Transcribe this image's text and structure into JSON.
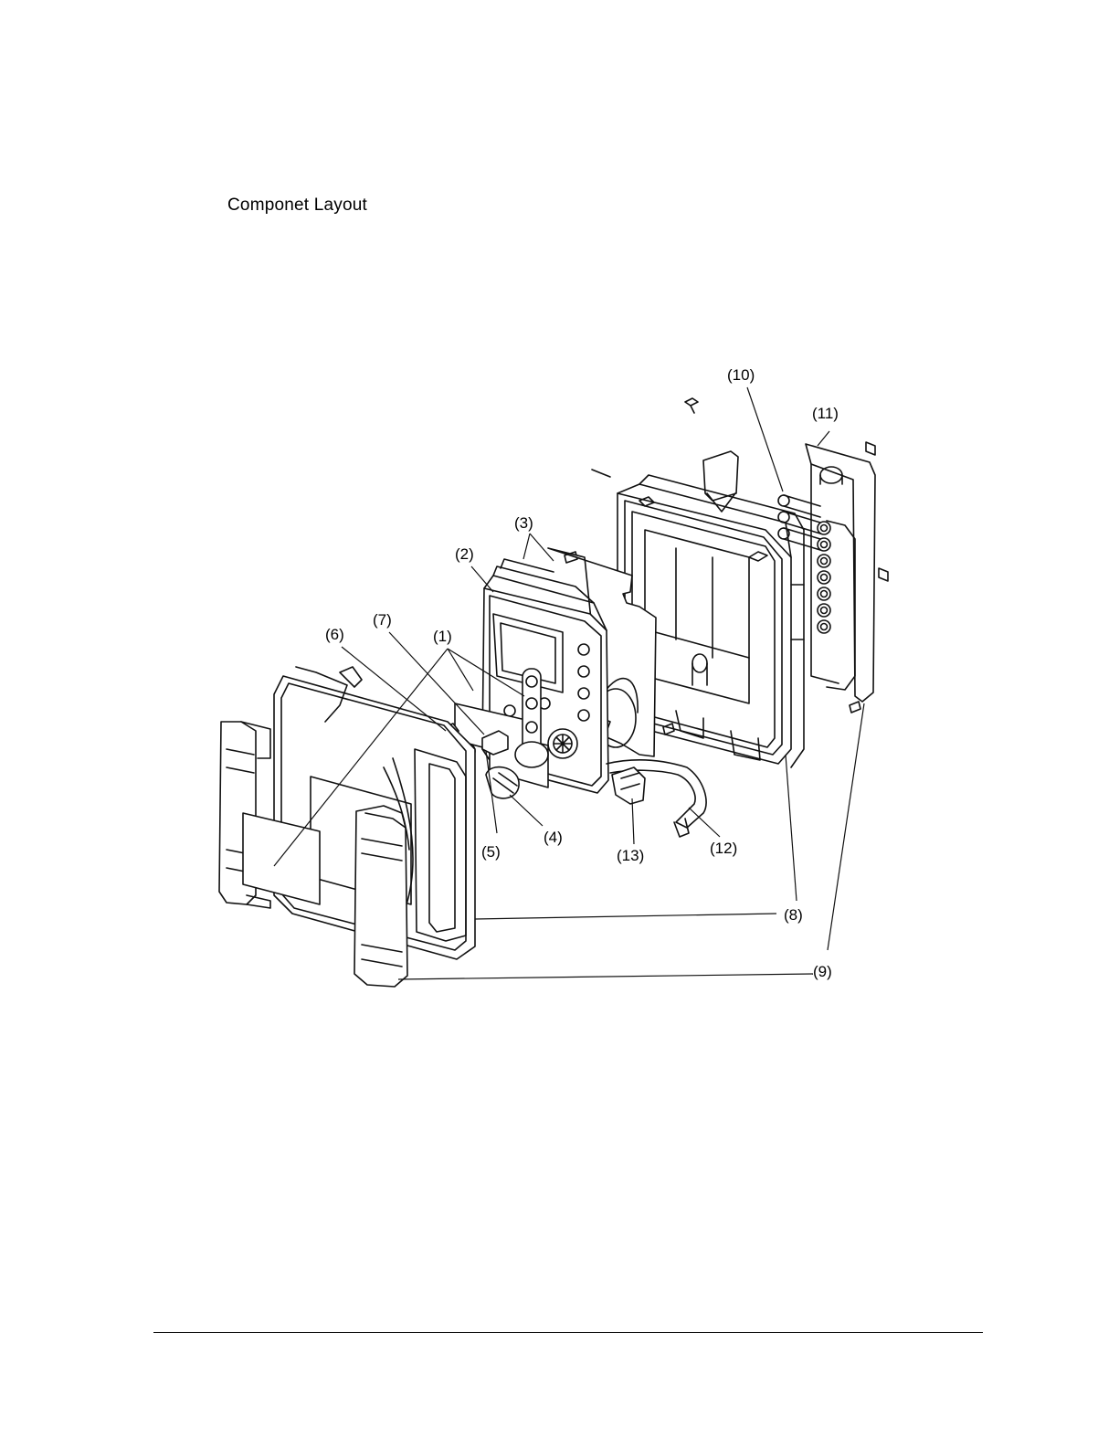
{
  "page": {
    "title": "Componet Layout"
  },
  "callouts": [
    {
      "id": "1",
      "label": "(1)"
    },
    {
      "id": "2",
      "label": "(2)"
    },
    {
      "id": "3",
      "label": "(3)"
    },
    {
      "id": "4",
      "label": "(4)"
    },
    {
      "id": "5",
      "label": "(5)"
    },
    {
      "id": "6",
      "label": "(6)"
    },
    {
      "id": "7",
      "label": "(7)"
    },
    {
      "id": "8",
      "label": "(8)"
    },
    {
      "id": "9",
      "label": "(9)"
    },
    {
      "id": "10",
      "label": "(10)"
    },
    {
      "id": "11",
      "label": "(11)"
    },
    {
      "id": "12",
      "label": "(12)"
    },
    {
      "id": "13",
      "label": "(13)"
    }
  ]
}
